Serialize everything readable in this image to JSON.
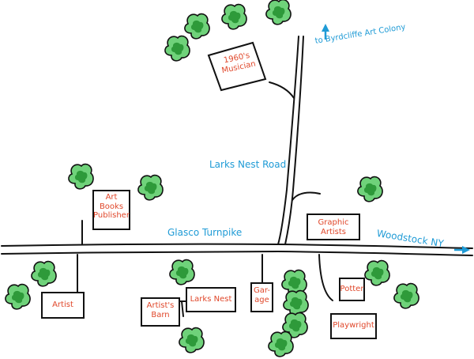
{
  "colors": {
    "road_label": "#1f9bd6",
    "building_label": "#e0472a",
    "ink": "#111111",
    "tree_dark": "#2e9a3a",
    "tree_light": "#6fd27a"
  },
  "roads": {
    "larks_nest_road": "Larks Nest Road",
    "glasco_turnpike": "Glasco Turnpike"
  },
  "directions": {
    "north": "to Byrdcliffe Art Colony",
    "east": "Woodstock NY"
  },
  "buildings": {
    "musician": [
      "1960's",
      "Musician"
    ],
    "publisher": [
      "Art",
      "Books",
      "Publisher"
    ],
    "graphic_artists": [
      "Graphic",
      "Artists"
    ],
    "artist": [
      "Artist"
    ],
    "artists_barn": [
      "Artist's",
      "Barn"
    ],
    "larks_nest": [
      "Larks Nest"
    ],
    "garage": [
      "Gar-",
      "age"
    ],
    "potter": [
      "Potter"
    ],
    "playwright": [
      "Playwright"
    ]
  },
  "icons": {
    "tree": "tree-icon",
    "arrow_up": "arrow-up-icon",
    "arrow_right": "arrow-right-icon"
  }
}
